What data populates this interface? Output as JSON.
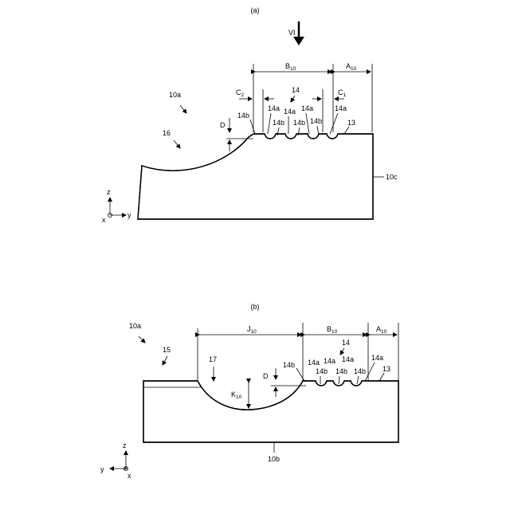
{
  "panel_a": {
    "caption": "(a)",
    "view_label": "VI",
    "labels": {
      "part": "10a",
      "region": "16",
      "surface": "13",
      "edge": "10c",
      "group": "14",
      "groove": "14a",
      "ridge": "14b",
      "depth": "D"
    },
    "dims": {
      "B_main": "B",
      "B_sub": "10",
      "A_main": "A",
      "A_sub": "10",
      "C2_main": "C",
      "C2_sub": "2",
      "C1_main": "C",
      "C1_sub": "1"
    },
    "axes": {
      "vertical": "z",
      "horizontal": "y",
      "out": "x"
    }
  },
  "panel_b": {
    "caption": "(b)",
    "labels": {
      "part": "10a",
      "region": "15",
      "recess": "17",
      "surface": "13",
      "edge": "10b",
      "group": "14",
      "groove": "14a",
      "ridge": "14b",
      "depth": "D"
    },
    "dims": {
      "J_main": "J",
      "J_sub": "10",
      "B_main": "B",
      "B_sub": "10",
      "A_main": "A",
      "A_sub": "10",
      "K_main": "K",
      "K_sub": "10"
    },
    "axes": {
      "vertical": "z",
      "horizontal": "y",
      "out": "x"
    }
  }
}
